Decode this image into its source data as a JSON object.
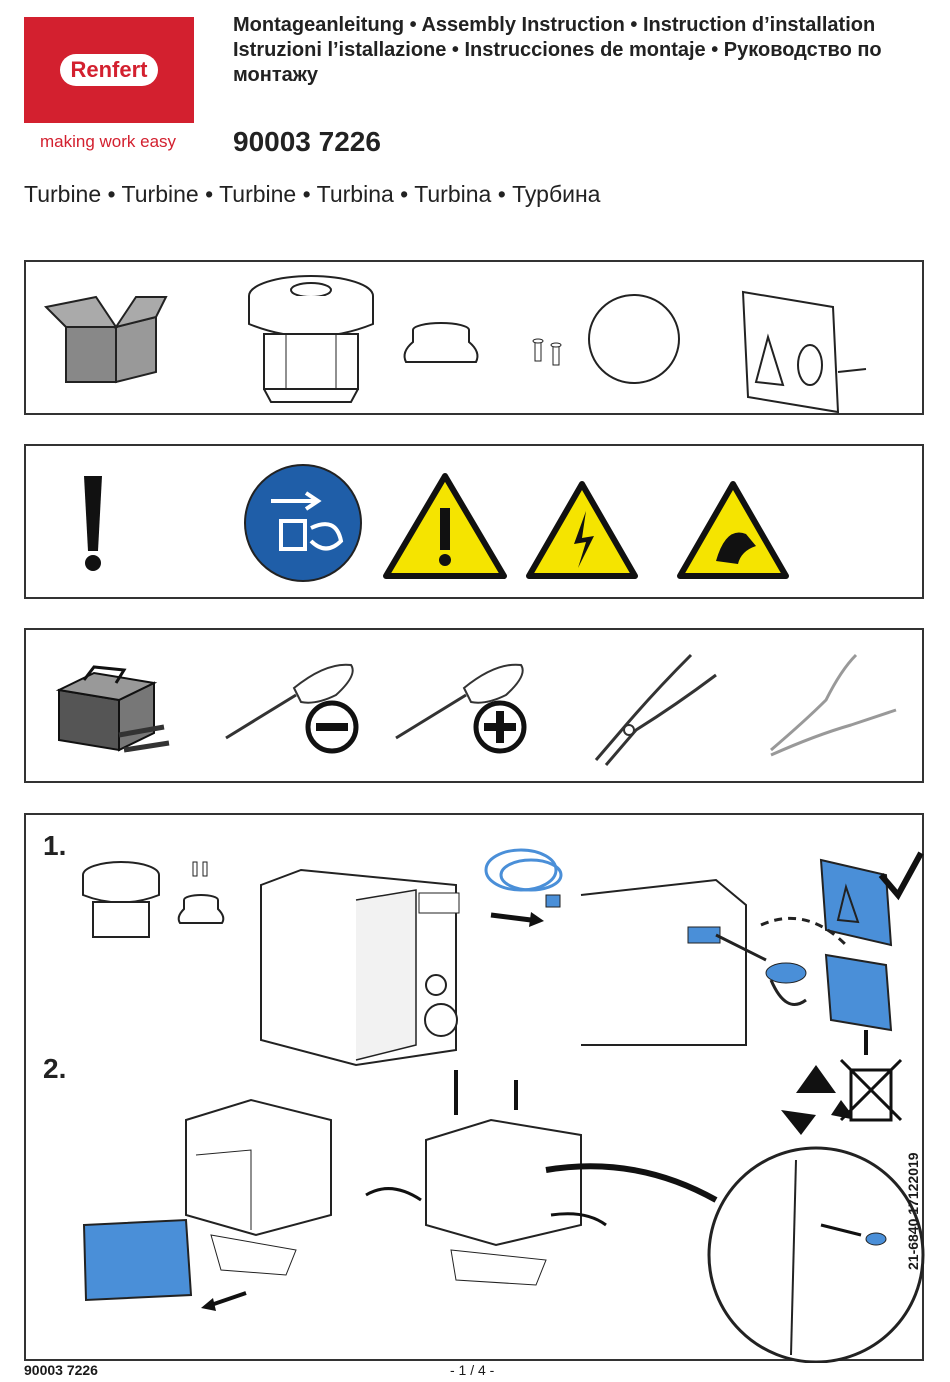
{
  "header": {
    "brand": "Renfert",
    "tagline": "making work easy",
    "title_lines": [
      "Montageanleitung  •  Assembly Instruction  •  Instruction d’installation",
      "Istruzioni l’istallazione  •  Instrucciones de montaje  •  Руководство по",
      "монтажу"
    ],
    "doc_number": "90003 7226",
    "subtitle": "Turbine  •  Turbine  •  Turbine  •  Turbina  •  Turbina  •  Турбина"
  },
  "steps": [
    "1.",
    "2."
  ],
  "footer": {
    "doc_number": "90003 7226",
    "page": "- 1 / 4 -",
    "side_code": "21-6840  17122019"
  },
  "icons": {
    "contents": [
      "box-icon",
      "turbine-motor-icon",
      "seal-ring-icon",
      "screws-icon",
      "filter-disc-icon",
      "label-panel-icon"
    ],
    "safety": [
      "exclamation-icon",
      "disconnect-mains-icon",
      "general-warning-icon",
      "electric-warning-icon",
      "hand-injury-warning-icon"
    ],
    "tools": [
      "toolbox-icon",
      "flat-screwdriver-icon",
      "phillips-screwdriver-icon",
      "pliers-icon",
      "side-cutter-icon"
    ]
  },
  "colors": {
    "brand_red": "#d3202f",
    "safety_blue": "#1f5ea8",
    "warning_yellow": "#f5e400",
    "highlight_blue": "#4a8fd8"
  }
}
